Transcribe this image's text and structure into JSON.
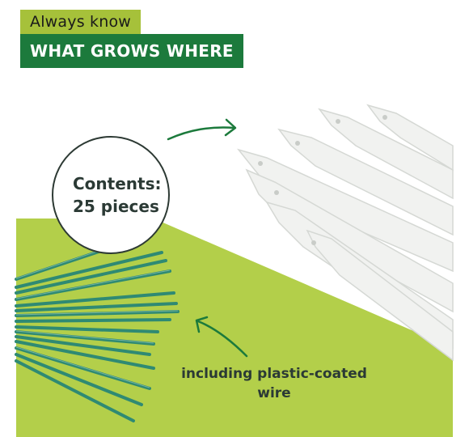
{
  "headline": {
    "line1": "Always know",
    "line2": "WHAT GROWS WHERE"
  },
  "badge": {
    "line1": "Contents:",
    "line2": "25 pieces"
  },
  "caption": "including plastic-coated wire",
  "colors": {
    "lime": "#b3cf4a",
    "dark_green": "#1c7a3c",
    "label_green": "#a6c13a",
    "wire_green": "#2f8a73",
    "stake_white": "#f2f2f2",
    "text_dark": "#2b3a35"
  }
}
